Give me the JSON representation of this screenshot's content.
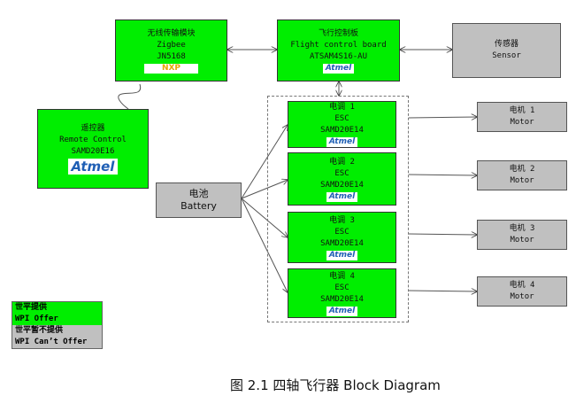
{
  "diagram": {
    "wireless": {
      "title_cn": "无线传输模块",
      "line1": "Zigbee",
      "line2": "JN5168",
      "logo": "NXP"
    },
    "flight": {
      "title_cn": "飞行控制板",
      "line1": "Flight control board",
      "line2": "ATSAM4S16-AU",
      "logo": "Atmel"
    },
    "sensor": {
      "title_cn": "传感器",
      "line1": "Sensor"
    },
    "remote": {
      "title_cn": "遥控器",
      "line1": "Remote Control",
      "line2": "SAMD20E16",
      "logo": "Atmel"
    },
    "battery": {
      "title_cn": "电池",
      "line1": "Battery"
    },
    "escs": [
      {
        "title_cn": "电调 1",
        "line1": "ESC",
        "line2": "SAMD20E14",
        "logo": "Atmel"
      },
      {
        "title_cn": "电调 2",
        "line1": "ESC",
        "line2": "SAMD20E14",
        "logo": "Atmel"
      },
      {
        "title_cn": "电调 3",
        "line1": "ESC",
        "line2": "SAMD20E14",
        "logo": "Atmel"
      },
      {
        "title_cn": "电调 4",
        "line1": "ESC",
        "line2": "SAMD20E14",
        "logo": "Atmel"
      }
    ],
    "motors": [
      {
        "title_cn": "电机 1",
        "line1": "Motor"
      },
      {
        "title_cn": "电机 2",
        "line1": "Motor"
      },
      {
        "title_cn": "电机 3",
        "line1": "Motor"
      },
      {
        "title_cn": "电机 4",
        "line1": "Motor"
      }
    ],
    "legend": [
      {
        "cn": "世平提供",
        "en": "WPI Offer",
        "color": "#00ee00"
      },
      {
        "cn": "世平暂不提供",
        "en": "WPI Can’t Offer",
        "color": "#c0c0c0"
      }
    ],
    "caption": "图 2.1 四轴飞行器 Block Diagram",
    "colors": {
      "offered": "#00ee00",
      "not_offered": "#c0c0c0"
    }
  }
}
